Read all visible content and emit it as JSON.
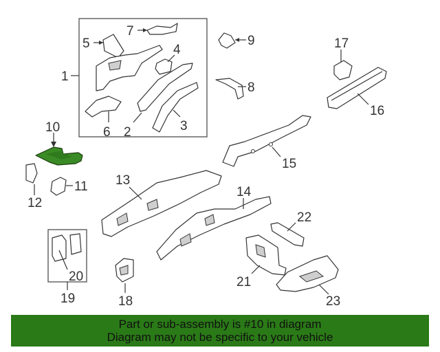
{
  "callouts": {
    "c1": "1",
    "c2": "2",
    "c3": "3",
    "c4": "4",
    "c5": "5",
    "c6": "6",
    "c7": "7",
    "c8": "8",
    "c9": "9",
    "c10": "10",
    "c11": "11",
    "c12": "12",
    "c13": "13",
    "c14": "14",
    "c15": "15",
    "c16": "16",
    "c17": "17",
    "c18": "18",
    "c19": "19",
    "c20": "20",
    "c21": "21",
    "c22": "22",
    "c23": "23"
  },
  "highlight": {
    "part": "10",
    "color": "#3a8a25"
  },
  "banner": {
    "line1": "Part or sub-assembly is #10 in diagram",
    "line2": "Diagram may not be specific to your vehicle",
    "background": "#2a7a17"
  }
}
